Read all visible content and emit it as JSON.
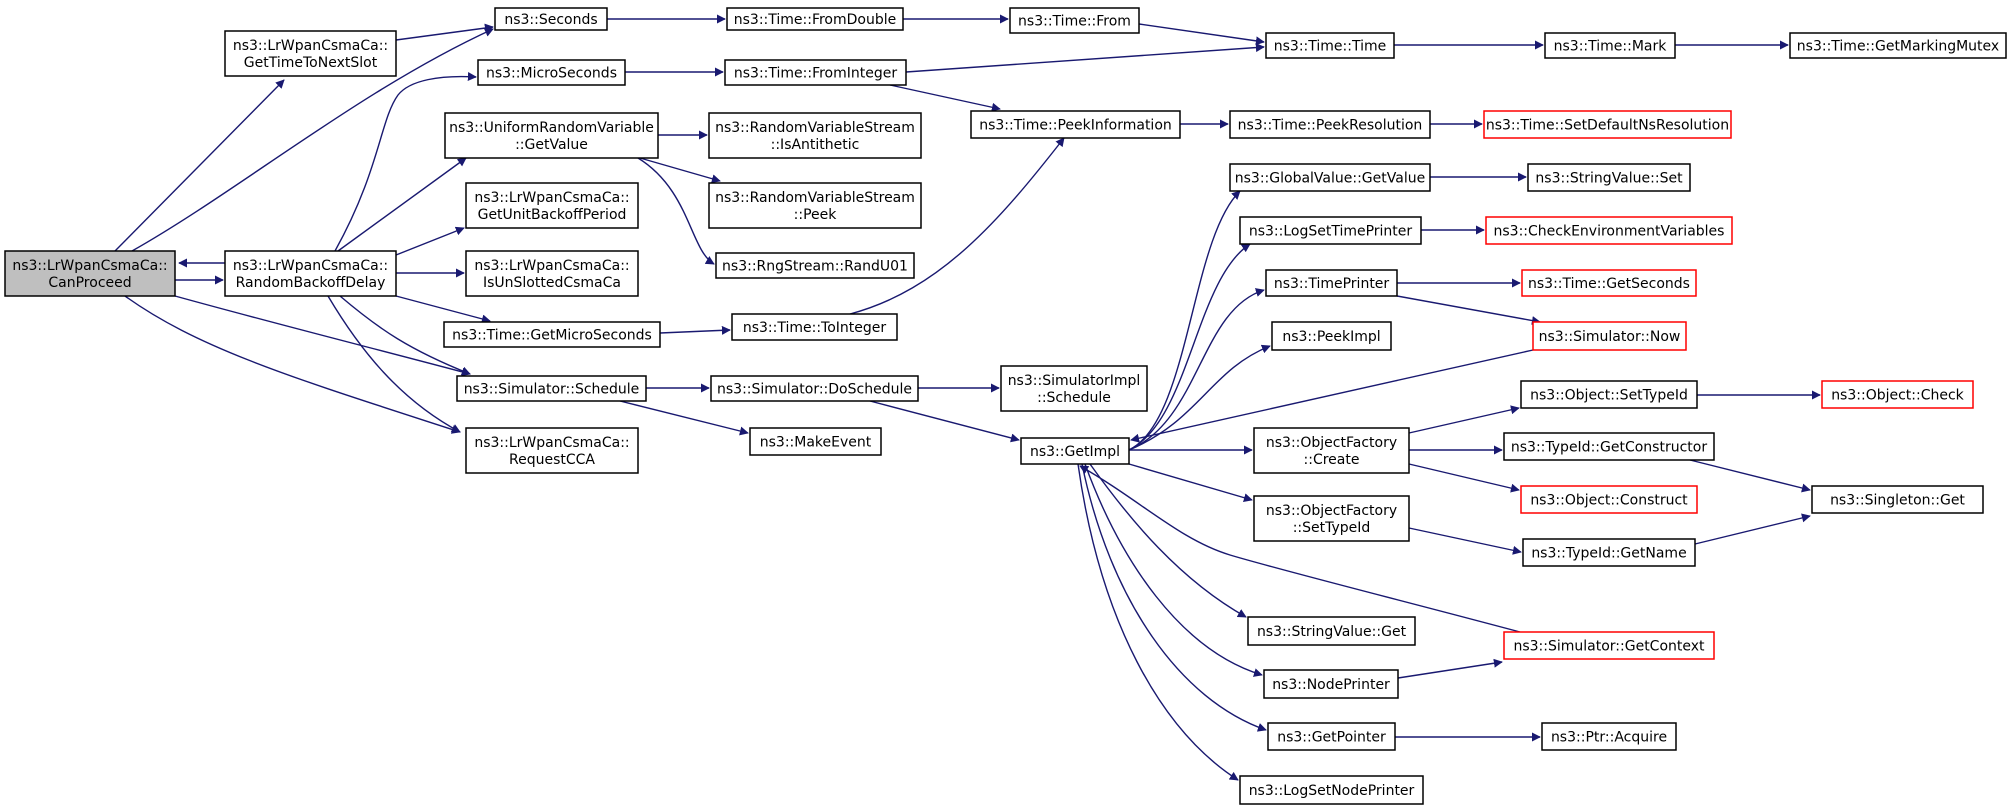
{
  "diagram": {
    "colors": {
      "edge": "#191970",
      "node_border": "#000000",
      "node_border_undocumented": "#ff0000",
      "focus_fill": "#bfbfbf",
      "node_fill": "#ffffff"
    },
    "nodes": [
      {
        "id": "canproceed",
        "lines": [
          "ns3::LrWpanCsmaCa::",
          "CanProceed"
        ],
        "style": "focus"
      },
      {
        "id": "gettimetonextslot",
        "lines": [
          "ns3::LrWpanCsmaCa::",
          "GetTimeToNextSlot"
        ]
      },
      {
        "id": "randombackoffdelay",
        "lines": [
          "ns3::LrWpanCsmaCa::",
          "RandomBackoffDelay"
        ]
      },
      {
        "id": "seconds",
        "lines": [
          "ns3::Seconds"
        ]
      },
      {
        "id": "microseconds",
        "lines": [
          "ns3::MicroSeconds"
        ]
      },
      {
        "id": "uniformgetvalue",
        "lines": [
          "ns3::UniformRandomVariable",
          "::GetValue"
        ]
      },
      {
        "id": "getunitbackoffperiod",
        "lines": [
          "ns3::LrWpanCsmaCa::",
          "GetUnitBackoffPeriod"
        ]
      },
      {
        "id": "isunslottedcsmaca",
        "lines": [
          "ns3::LrWpanCsmaCa::",
          "IsUnSlottedCsmaCa"
        ]
      },
      {
        "id": "getmicroseconds",
        "lines": [
          "ns3::Time::GetMicroSeconds"
        ]
      },
      {
        "id": "simschedule",
        "lines": [
          "ns3::Simulator::Schedule"
        ]
      },
      {
        "id": "requestcca",
        "lines": [
          "ns3::LrWpanCsmaCa::",
          "RequestCCA"
        ]
      },
      {
        "id": "fromdouble",
        "lines": [
          "ns3::Time::FromDouble"
        ]
      },
      {
        "id": "frominteger",
        "lines": [
          "ns3::Time::FromInteger"
        ]
      },
      {
        "id": "isantithetic",
        "lines": [
          "ns3::RandomVariableStream",
          "::IsAntithetic"
        ]
      },
      {
        "id": "rvspeek",
        "lines": [
          "ns3::RandomVariableStream",
          "::Peek"
        ]
      },
      {
        "id": "randu01",
        "lines": [
          "ns3::RngStream::RandU01"
        ]
      },
      {
        "id": "tointeger",
        "lines": [
          "ns3::Time::ToInteger"
        ]
      },
      {
        "id": "doschedule",
        "lines": [
          "ns3::Simulator::DoSchedule"
        ]
      },
      {
        "id": "makeevent",
        "lines": [
          "ns3::MakeEvent"
        ]
      },
      {
        "id": "timefrom",
        "lines": [
          "ns3::Time::From"
        ]
      },
      {
        "id": "peekinformation",
        "lines": [
          "ns3::Time::PeekInformation"
        ]
      },
      {
        "id": "simimplschedule",
        "lines": [
          "ns3::SimulatorImpl",
          "::Schedule"
        ]
      },
      {
        "id": "getimpl",
        "lines": [
          "ns3::GetImpl"
        ]
      },
      {
        "id": "timetime",
        "lines": [
          "ns3::Time::Time"
        ]
      },
      {
        "id": "peekresolution",
        "lines": [
          "ns3::Time::PeekResolution"
        ]
      },
      {
        "id": "globalgetvalue",
        "lines": [
          "ns3::GlobalValue::GetValue"
        ]
      },
      {
        "id": "logsettimeprinter",
        "lines": [
          "ns3::LogSetTimePrinter"
        ]
      },
      {
        "id": "timeprinter",
        "lines": [
          "ns3::TimePrinter"
        ]
      },
      {
        "id": "peekimpl",
        "lines": [
          "ns3::PeekImpl"
        ]
      },
      {
        "id": "ofcreate",
        "lines": [
          "ns3::ObjectFactory",
          "::Create"
        ]
      },
      {
        "id": "ofsettypeid",
        "lines": [
          "ns3::ObjectFactory",
          "::SetTypeId"
        ]
      },
      {
        "id": "stringvalueget",
        "lines": [
          "ns3::StringValue::Get"
        ]
      },
      {
        "id": "nodeprinter",
        "lines": [
          "ns3::NodePrinter"
        ]
      },
      {
        "id": "getpointer",
        "lines": [
          "ns3::GetPointer"
        ]
      },
      {
        "id": "logsetnodeprinter",
        "lines": [
          "ns3::LogSetNodePrinter"
        ]
      },
      {
        "id": "timemark",
        "lines": [
          "ns3::Time::Mark"
        ]
      },
      {
        "id": "setdefaultnsresolution",
        "lines": [
          "ns3::Time::SetDefaultNsResolution"
        ],
        "style": "red"
      },
      {
        "id": "stringvalueset",
        "lines": [
          "ns3::StringValue::Set"
        ]
      },
      {
        "id": "checkenv",
        "lines": [
          "ns3::CheckEnvironmentVariables"
        ],
        "style": "red"
      },
      {
        "id": "getseconds",
        "lines": [
          "ns3::Time::GetSeconds"
        ],
        "style": "red"
      },
      {
        "id": "simnow",
        "lines": [
          "ns3::Simulator::Now"
        ],
        "style": "red"
      },
      {
        "id": "objsettypeid",
        "lines": [
          "ns3::Object::SetTypeId"
        ]
      },
      {
        "id": "getconstructor",
        "lines": [
          "ns3::TypeId::GetConstructor"
        ]
      },
      {
        "id": "objconstruct",
        "lines": [
          "ns3::Object::Construct"
        ],
        "style": "red"
      },
      {
        "id": "typeidgetname",
        "lines": [
          "ns3::TypeId::GetName"
        ]
      },
      {
        "id": "simgetcontext",
        "lines": [
          "ns3::Simulator::GetContext"
        ],
        "style": "red"
      },
      {
        "id": "ptracquire",
        "lines": [
          "ns3::Ptr::Acquire"
        ]
      },
      {
        "id": "getmarkingmutex",
        "lines": [
          "ns3::Time::GetMarkingMutex"
        ]
      },
      {
        "id": "objcheck",
        "lines": [
          "ns3::Object::Check"
        ],
        "style": "red"
      },
      {
        "id": "singletonget",
        "lines": [
          "ns3::Singleton::Get"
        ]
      }
    ]
  }
}
